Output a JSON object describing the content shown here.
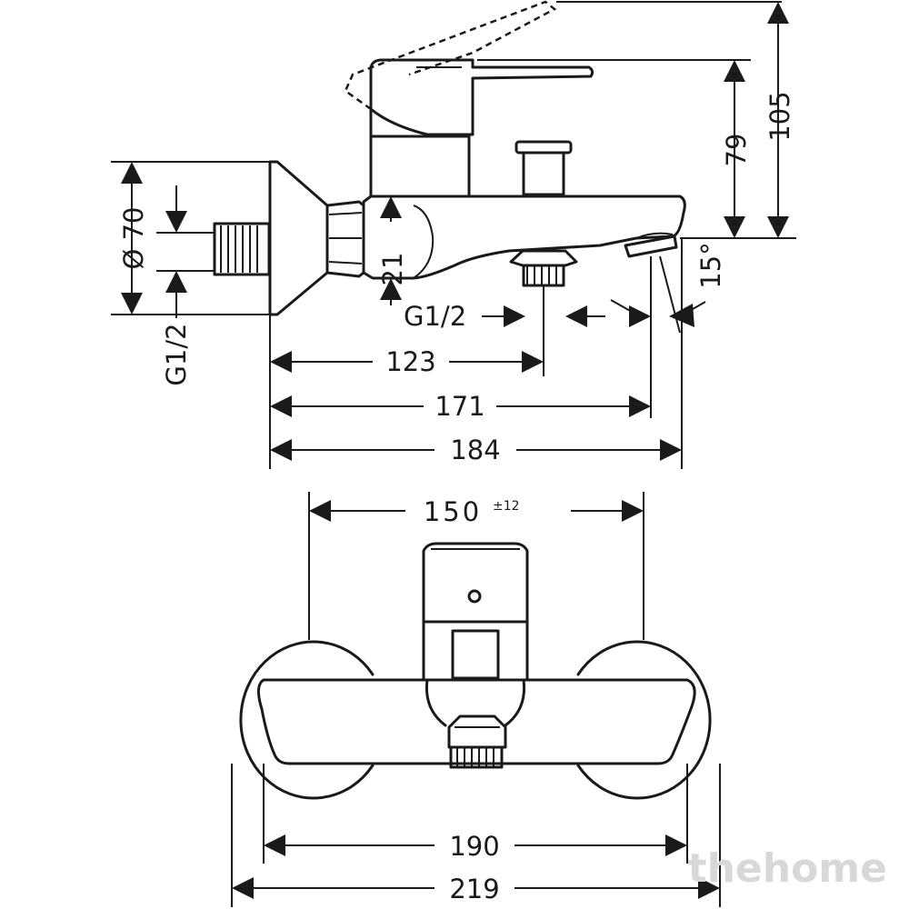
{
  "side_view": {
    "dim_105": "105",
    "dim_79": "79",
    "dim_diameter": "Ø 70",
    "dim_21": "21",
    "dim_angle": "15°",
    "dim_thread_inlet": "G1/2",
    "dim_thread_outlet": "G1/2",
    "dim_123": "123",
    "dim_171": "171",
    "dim_184": "184"
  },
  "front_view": {
    "dim_150": "150",
    "dim_150_tolerance": "±12",
    "dim_190": "190",
    "dim_219": "219"
  },
  "watermark": "thehome"
}
